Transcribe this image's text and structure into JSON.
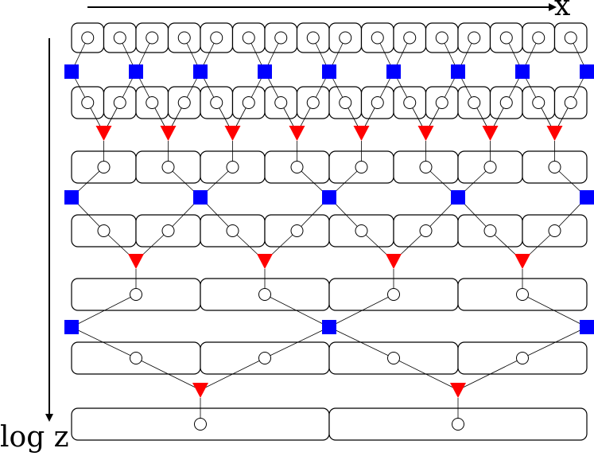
{
  "axes": {
    "x_label": "x",
    "y_label": "log z"
  },
  "colors": {
    "square": "#0000ff",
    "triangle": "#ff0000",
    "line": "#000000",
    "box_fill": "#ffffff"
  },
  "levels": [
    {
      "row_a_boxes": 16,
      "row_b_boxes": 16,
      "squares": 9,
      "triangles": 8
    },
    {
      "row_a_boxes": 8,
      "row_b_boxes": 8,
      "squares": 5,
      "triangles": 4
    },
    {
      "row_a_boxes": 4,
      "row_b_boxes": 4,
      "squares": 3,
      "triangles": 2
    },
    {
      "final_boxes": 2
    }
  ]
}
